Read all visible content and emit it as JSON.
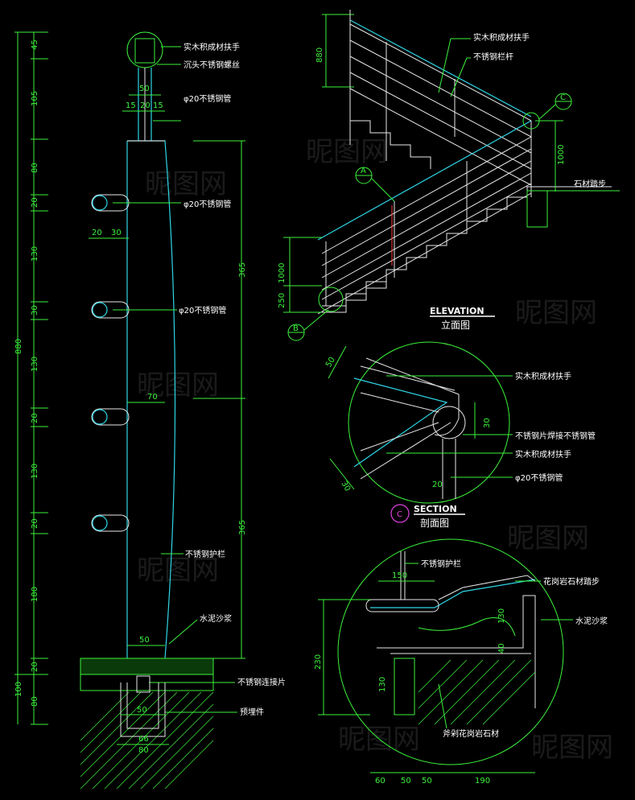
{
  "dims_left": [
    "45",
    "105",
    "80",
    "20",
    "130",
    "30",
    "130",
    "20",
    "130",
    "20",
    "180",
    "20",
    "80",
    "100",
    "880"
  ],
  "dims_top": [
    "50",
    "15",
    "20",
    "15"
  ],
  "dims_misc": [
    "20",
    "30",
    "70",
    "365",
    "365",
    "50",
    "50",
    "66",
    "80"
  ],
  "dims_elev": [
    "880",
    "1000",
    "1000",
    "250",
    "50",
    "30",
    "30",
    "20"
  ],
  "dims_detail": [
    "150",
    "130",
    "40",
    "230",
    "130",
    "60",
    "50",
    "50",
    "190"
  ],
  "labels": {
    "post_handrail": "实木积成材扶手",
    "countersunk_screw": "沉头不锈钢螺丝",
    "pipe1": "φ20不锈钢管",
    "pipe2": "φ20不锈钢管",
    "pipe3": "φ20不锈钢管",
    "guard": "不锈钢护栏",
    "mortar": "水泥沙浆",
    "plate": "不锈钢连接片",
    "embed": "预埋件",
    "elev_handrail": "实木积成材扶手",
    "elev_rail": "不锈钢栏杆",
    "stone_step": "石材踏步",
    "sec_handrail1": "实木积成材扶手",
    "sec_weld": "不锈钢片焊接不锈钢管",
    "sec_handrail2": "实木积成材扶手",
    "sec_pipe": "φ20不锈钢管",
    "det_guard": "不锈钢护栏",
    "det_granite_step": "花岗岩石材踏步",
    "det_mortar": "水泥沙浆",
    "det_granite": "斧剁花岗岩石材"
  },
  "markers": {
    "a": "A",
    "b": "B",
    "c": "C",
    "c2": "C"
  },
  "titles": {
    "elevation": "ELEVATION",
    "elevation_cn": "立面图",
    "section": "SECTION",
    "section_cn": "剖面图"
  },
  "watermark": "昵图网",
  "colors": {
    "dim": "#3cf23c",
    "rail": "#2fd6e6",
    "text": "#ffffff",
    "marker": "#e040e0"
  }
}
